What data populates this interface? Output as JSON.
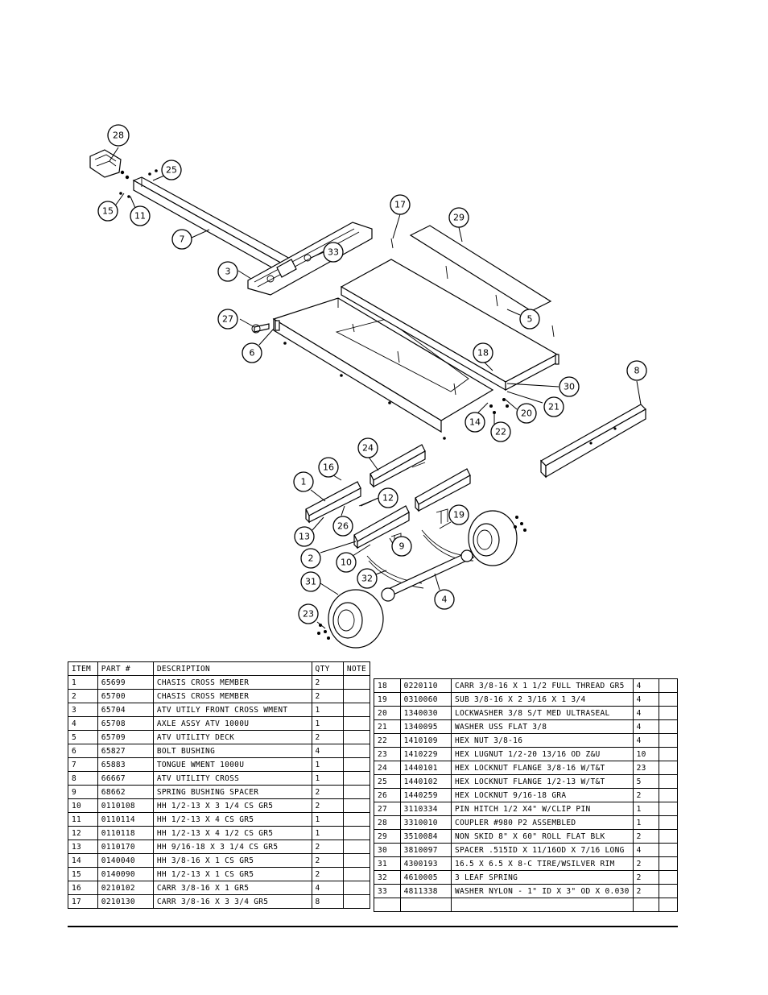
{
  "headers": {
    "item": "ITEM",
    "part": "PART #",
    "description": "DESCRIPTION",
    "qty": "QTY",
    "note": "NOTE"
  },
  "bom_left": [
    {
      "item": "1",
      "part": "65699",
      "description": "CHASIS CROSS MEMBER",
      "qty": "2",
      "note": ""
    },
    {
      "item": "2",
      "part": "65700",
      "description": "CHASIS CROSS MEMBER",
      "qty": "2",
      "note": ""
    },
    {
      "item": "3",
      "part": "65704",
      "description": "ATV UTILY FRONT CROSS WMENT",
      "qty": "1",
      "note": ""
    },
    {
      "item": "4",
      "part": "65708",
      "description": "AXLE ASSY ATV 1000U",
      "qty": "1",
      "note": ""
    },
    {
      "item": "5",
      "part": "65709",
      "description": "ATV UTILITY DECK",
      "qty": "2",
      "note": ""
    },
    {
      "item": "6",
      "part": "65827",
      "description": "BOLT BUSHING",
      "qty": "4",
      "note": ""
    },
    {
      "item": "7",
      "part": "65883",
      "description": "TONGUE WMENT 1000U",
      "qty": "1",
      "note": ""
    },
    {
      "item": "8",
      "part": "66667",
      "description": "ATV UTILITY CROSS",
      "qty": "1",
      "note": ""
    },
    {
      "item": "9",
      "part": "68662",
      "description": "SPRING BUSHING SPACER",
      "qty": "2",
      "note": ""
    },
    {
      "item": "10",
      "part": "0110108",
      "description": "HH 1/2-13 X 3 1/4 CS GR5",
      "qty": "2",
      "note": ""
    },
    {
      "item": "11",
      "part": "0110114",
      "description": "HH 1/2-13 X 4 CS GR5",
      "qty": "1",
      "note": ""
    },
    {
      "item": "12",
      "part": "0110118",
      "description": "HH 1/2-13 X 4 1/2 CS GR5",
      "qty": "1",
      "note": ""
    },
    {
      "item": "13",
      "part": "0110170",
      "description": "HH 9/16-18 X 3 1/4 CS GR5",
      "qty": "2",
      "note": ""
    },
    {
      "item": "14",
      "part": "0140040",
      "description": "HH 3/8-16 X 1 CS GR5",
      "qty": "2",
      "note": ""
    },
    {
      "item": "15",
      "part": "0140090",
      "description": "HH 1/2-13 X 1 CS GR5",
      "qty": "2",
      "note": ""
    },
    {
      "item": "16",
      "part": "0210102",
      "description": "CARR 3/8-16 X 1 GR5",
      "qty": "4",
      "note": ""
    },
    {
      "item": "17",
      "part": "0210130",
      "description": "CARR 3/8-16 X 3 3/4 GR5",
      "qty": "8",
      "note": ""
    }
  ],
  "bom_right": [
    {
      "item": "18",
      "part": "0220110",
      "description": "CARR 3/8-16 X 1 1/2 FULL THREAD GR5",
      "qty": "4",
      "note": ""
    },
    {
      "item": "19",
      "part": "0310060",
      "description": "SUB 3/8-16 X 2 3/16 X 1 3/4",
      "qty": "4",
      "note": ""
    },
    {
      "item": "20",
      "part": "1340030",
      "description": "LOCKWASHER 3/8 S/T MED ULTRASEAL",
      "qty": "4",
      "note": ""
    },
    {
      "item": "21",
      "part": "1340095",
      "description": "WASHER USS FLAT 3/8",
      "qty": "4",
      "note": ""
    },
    {
      "item": "22",
      "part": "1410109",
      "description": "HEX NUT 3/8-16",
      "qty": "4",
      "note": ""
    },
    {
      "item": "23",
      "part": "1410229",
      "description": "HEX LUGNUT 1/2-20 13/16 OD Z&U",
      "qty": "10",
      "note": ""
    },
    {
      "item": "24",
      "part": "1440101",
      "description": "HEX LOCKNUT FLANGE 3/8-16 W/T&T",
      "qty": "23",
      "note": ""
    },
    {
      "item": "25",
      "part": "1440102",
      "description": "HEX LOCKNUT FLANGE 1/2-13 W/T&T",
      "qty": "5",
      "note": ""
    },
    {
      "item": "26",
      "part": "1440259",
      "description": "HEX LOCKNUT 9/16-18 GRA",
      "qty": "2",
      "note": ""
    },
    {
      "item": "27",
      "part": "3110334",
      "description": "PIN HITCH 1/2 X4\" W/CLIP PIN",
      "qty": "1",
      "note": ""
    },
    {
      "item": "28",
      "part": "3310010",
      "description": "COUPLER #980 P2 ASSEMBLED",
      "qty": "1",
      "note": ""
    },
    {
      "item": "29",
      "part": "3510084",
      "description": "NON SKID 8\" X 60\" ROLL FLAT BLK",
      "qty": "2",
      "note": ""
    },
    {
      "item": "30",
      "part": "3810097",
      "description": "SPACER  .515ID X 11/16OD X 7/16 LONG",
      "qty": "4",
      "note": ""
    },
    {
      "item": "31",
      "part": "4300193",
      "description": "16.5 X 6.5 X 8-C TIRE/WSILVER RIM",
      "qty": "2",
      "note": ""
    },
    {
      "item": "32",
      "part": "4610005",
      "description": "3 LEAF SPRING",
      "qty": "2",
      "note": ""
    },
    {
      "item": "33",
      "part": "4811338",
      "description": "WASHER NYLON - 1\" ID X 3\" OD X 0.030",
      "qty": "2",
      "note": ""
    },
    {
      "item": "",
      "part": "",
      "description": "",
      "qty": "",
      "note": ""
    }
  ],
  "callouts": [
    "28",
    "25",
    "15",
    "11",
    "7",
    "3",
    "33",
    "27",
    "6",
    "17",
    "29",
    "5",
    "18",
    "30",
    "21",
    "20",
    "22",
    "14",
    "8",
    "24",
    "16",
    "1",
    "12",
    "19",
    "13",
    "26",
    "2",
    "9",
    "10",
    "32",
    "4",
    "31",
    "23"
  ]
}
